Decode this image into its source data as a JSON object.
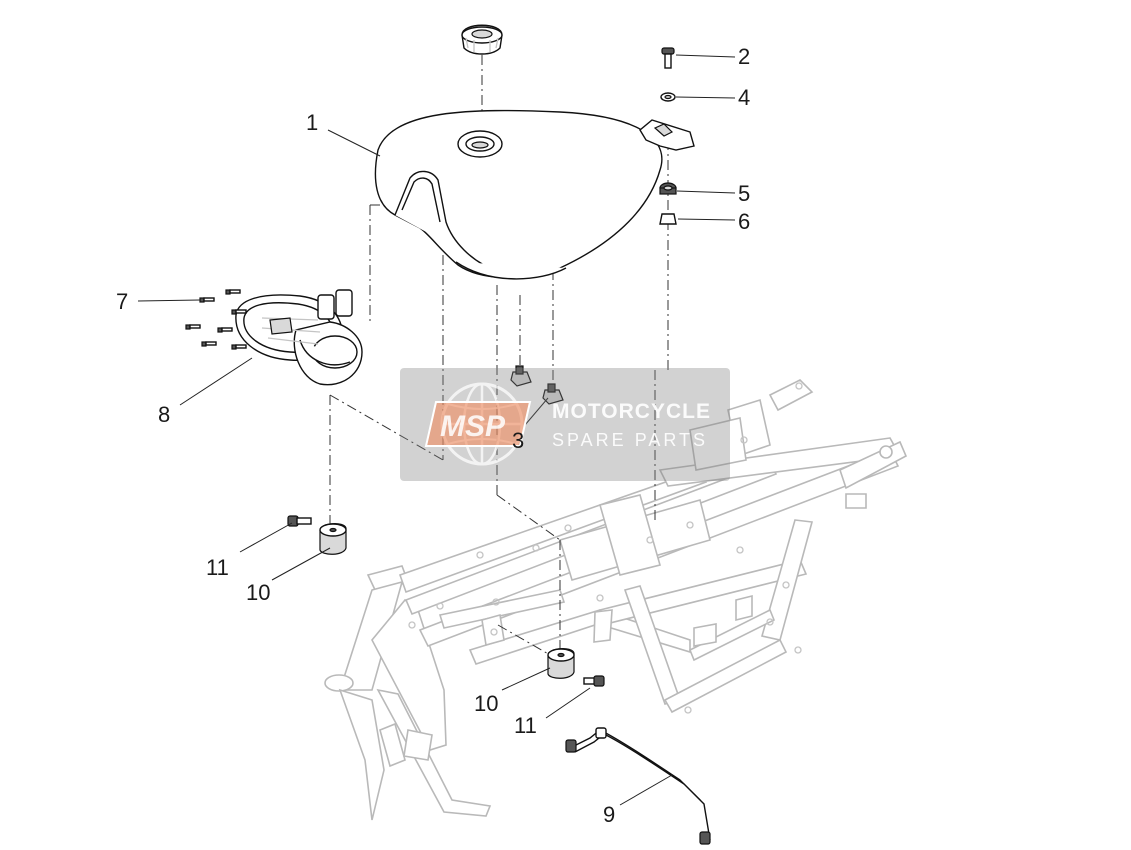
{
  "callouts": {
    "c1": "1",
    "c2": "2",
    "c3": "3",
    "c4": "4",
    "c5": "5",
    "c6": "6",
    "c7": "7",
    "c8": "8",
    "c9": "9",
    "c10a": "10",
    "c10b": "10",
    "c11a": "11",
    "c11b": "11"
  },
  "watermark": {
    "logo": "MSP",
    "line1": "MOTORCYCLE",
    "line2": "SPARE PARTS",
    "logo_color": "#f08a5d",
    "band_color": "#7f7f7f"
  }
}
